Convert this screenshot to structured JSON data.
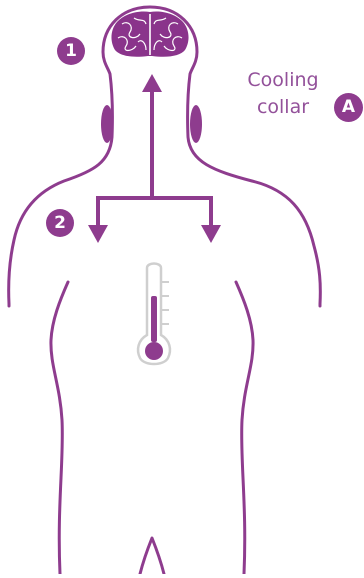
{
  "colors": {
    "accent": "#8e3c8e",
    "brain": "#8a348b",
    "label_text": "#93519a",
    "thermometer_outline": "#cfcfcf"
  },
  "labels": {
    "collar_line1": "Cooling",
    "collar_line2": "collar"
  },
  "badges": {
    "step1": "1",
    "step2": "2",
    "collar": "A"
  },
  "icons": {
    "brain": "brain-icon",
    "thermometer": "thermometer-icon",
    "arrow_up": "arrow-up-icon",
    "arrow_down": "arrow-down-icon",
    "collar_pad": "collar-pad-icon"
  }
}
